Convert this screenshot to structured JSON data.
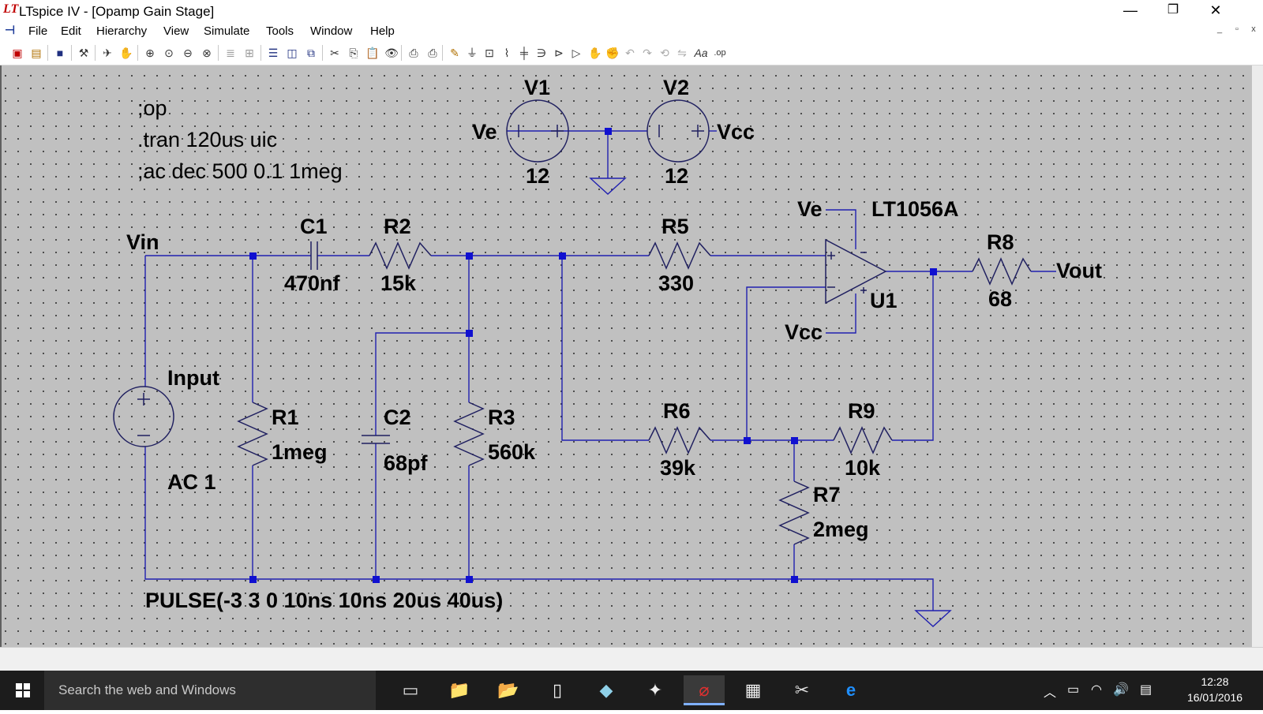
{
  "window": {
    "title": "LTspice IV - [Opamp Gain Stage]",
    "logo": "LT",
    "minimize_glyph": "—",
    "maximize_glyph": "❐",
    "close_glyph": "✕"
  },
  "menu": {
    "items": [
      "File",
      "Edit",
      "Hierarchy",
      "View",
      "Simulate",
      "Tools",
      "Window",
      "Help"
    ]
  },
  "schematic": {
    "directives": [
      ";op",
      ".tran 120us uic",
      ";ac dec 500 0.1 1meg"
    ],
    "sources": {
      "V1": {
        "name": "V1",
        "value": "12",
        "net_left": "Ve"
      },
      "V2": {
        "name": "V2",
        "value": "12",
        "net_right": "Vcc"
      },
      "input": {
        "name": "Input",
        "ac": "AC 1",
        "pulse": "PULSE(-3 3 0 10ns 10ns 20us 40us)"
      }
    },
    "components": {
      "C1": {
        "name": "C1",
        "value": "470nf"
      },
      "R2": {
        "name": "R2",
        "value": "15k"
      },
      "R5": {
        "name": "R5",
        "value": "330"
      },
      "R8": {
        "name": "R8",
        "value": "68"
      },
      "R1": {
        "name": "R1",
        "value": "1meg"
      },
      "C2": {
        "name": "C2",
        "value": "68pf"
      },
      "R3": {
        "name": "R3",
        "value": "560k"
      },
      "R6": {
        "name": "R6",
        "value": "39k"
      },
      "R9": {
        "name": "R9",
        "value": "10k"
      },
      "R7": {
        "name": "R7",
        "value": "2meg"
      },
      "U1": {
        "name": "U1",
        "model": "LT1056A"
      }
    },
    "nets": {
      "vin": "Vin",
      "vout": "Vout",
      "opamp_ve": "Ve",
      "opamp_vcc": "Vcc"
    }
  },
  "taskbar": {
    "search_placeholder": "Search the web and Windows",
    "time": "12:28",
    "date": "16/01/2016"
  },
  "colors": {
    "wire": "#2020b0",
    "junction": "#1010d0",
    "component": "#202060",
    "schematic_bg": "#c0c0c0",
    "ltspice_red": "#c00000",
    "edge_blue": "#1f8fff"
  }
}
